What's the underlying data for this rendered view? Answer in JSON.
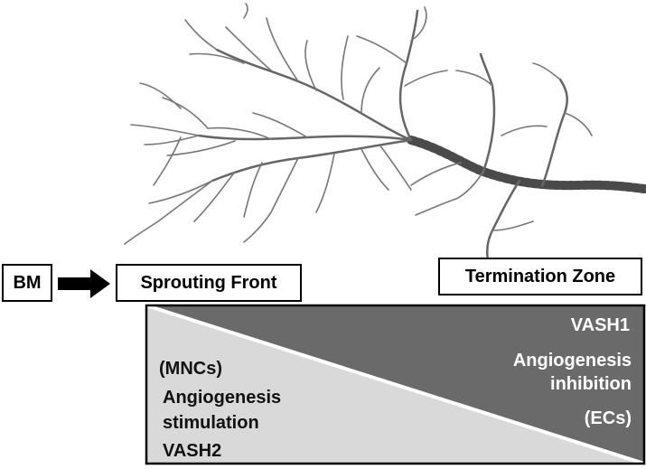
{
  "labels": {
    "bm": "BM",
    "sprouting_front": "Sprouting Front",
    "termination_zone": "Termination Zone"
  },
  "inhibition_side": {
    "factor": "VASH1",
    "effect_line1": "Angiogenesis",
    "effect_line2": "inhibition",
    "cells": "(ECs)"
  },
  "stimulation_side": {
    "cells": "(MNCs)",
    "effect_line1": "Angiogenesis",
    "effect_line2": "stimulation",
    "factor": "VASH2"
  },
  "colors": {
    "inhibition_fill": "#6a6a6a",
    "stimulation_fill": "#d9d9d9",
    "vessel": "#666666",
    "arrow": "#000000"
  }
}
